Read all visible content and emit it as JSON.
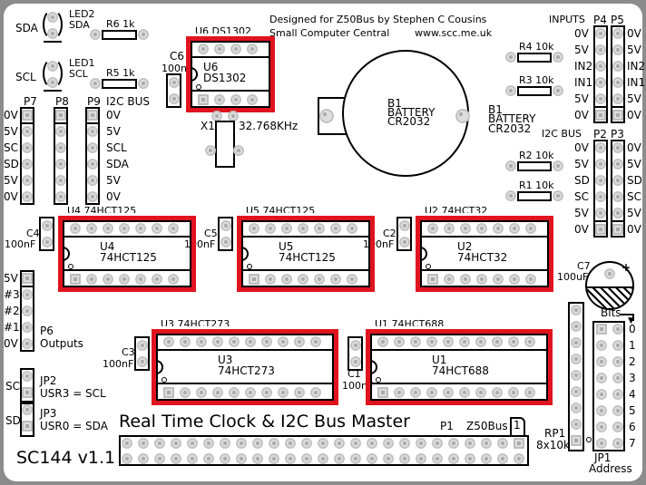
{
  "credits": {
    "line1": "Designed for Z50Bus by Stephen C Cousins",
    "line2": "Small Computer Central",
    "url": "www.scc.me.uk"
  },
  "title": "Real Time Clock & I2C Bus Master",
  "board_id": "SC144  v1.1",
  "colors": {
    "highlight": "#e0141e",
    "silkscreen": "#000000",
    "pad": "#dddddd",
    "border": "#8c8c8c"
  },
  "leds": [
    {
      "ref": "LED2",
      "net": "SDA",
      "side": "SDA"
    },
    {
      "ref": "LED1",
      "net": "SCL",
      "side": "SCL"
    }
  ],
  "resistors": [
    {
      "label": "R6 1k"
    },
    {
      "label": "R5 1k"
    },
    {
      "label": "R4 10k"
    },
    {
      "label": "R3 10k"
    },
    {
      "label": "R2 10k"
    },
    {
      "label": "R1  10k"
    }
  ],
  "headers_left": {
    "p7": "P7",
    "p8": "P8",
    "p9": "P9",
    "bus": "I2C  BUS",
    "p7_pins": [
      "0V",
      "5V",
      "SC",
      "SD",
      "5V",
      "0V"
    ],
    "p9_pins": [
      "0V",
      "5V",
      "SCL",
      "SDA",
      "5V",
      "0V"
    ]
  },
  "inputs": {
    "title": "INPUTS",
    "p4": "P4",
    "p5": "P5",
    "pins": [
      "0V",
      "5V",
      "IN2",
      "IN1",
      "5V",
      "0V"
    ]
  },
  "i2c": {
    "title": "I2C  BUS",
    "p2": "P2",
    "p3": "P3",
    "pins": [
      "0V",
      "5V",
      "SD",
      "SC",
      "5V",
      "0V"
    ]
  },
  "caps": {
    "c6": "C6",
    "c4": "C4",
    "c5": "C5",
    "c2": "C2",
    "c3": "C3",
    "c1": "C1",
    "c7": "C7",
    "value": "100nF",
    "c7_value": "100uF",
    "c7_plus": "+"
  },
  "chips": {
    "u6": {
      "ref": "U6",
      "part": "DS1302",
      "top": "U6    DS1302"
    },
    "u4": {
      "ref": "U4",
      "part": "74HCT125",
      "top": "U4  74HCT125"
    },
    "u5": {
      "ref": "U5",
      "part": "74HCT125",
      "top": "U5  74HCT125"
    },
    "u2": {
      "ref": "U2",
      "part": "74HCT32",
      "top": "U2  74HCT32"
    },
    "u3": {
      "ref": "U3",
      "part": "74HCT273",
      "top": "U3  74HCT273"
    },
    "u1": {
      "ref": "U1",
      "part": "74HCT688",
      "top": "U1  74HCT688"
    }
  },
  "crystal": {
    "ref": "X1",
    "value": "32.768KHz"
  },
  "battery": {
    "ref": "B1",
    "type": "BATTERY",
    "part": "CR2032"
  },
  "p6": {
    "pins": [
      "5V",
      "#3",
      "#2",
      "#1",
      "0V"
    ],
    "ref": "P6",
    "name": "Outputs"
  },
  "jp2": {
    "pin": "SC",
    "ref": "JP2",
    "desc": "USR3 = SCL"
  },
  "jp3": {
    "pin": "SD",
    "ref": "JP3",
    "desc": "USR0 = SDA"
  },
  "p1": {
    "ref": "P1",
    "name": "Z50Bus",
    "pin1": "1"
  },
  "rp1": {
    "ref": "RP1",
    "value": "8x10k"
  },
  "jp1": {
    "bits": "Bits",
    "ref": "JP1",
    "name": "Address",
    "numbers": [
      "0",
      "1",
      "2",
      "3",
      "4",
      "5",
      "6",
      "7"
    ]
  }
}
